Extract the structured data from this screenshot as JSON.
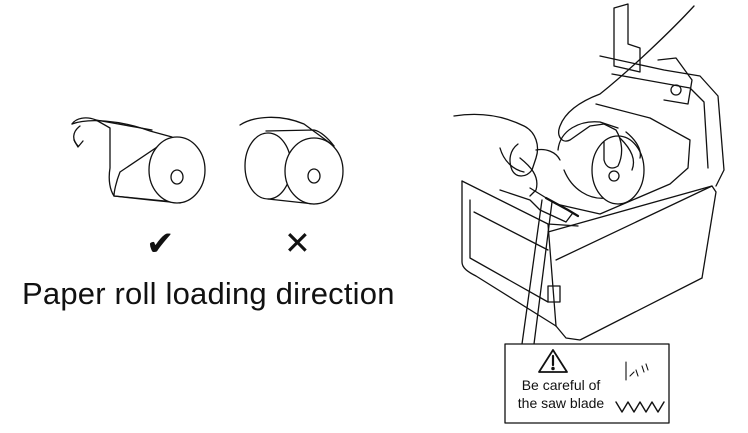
{
  "figure": {
    "caption": "Paper roll loading direction",
    "correct_symbol": "✔",
    "incorrect_symbol": "✕",
    "warning": {
      "line1": "Be careful of",
      "line2": "the saw blade",
      "icon": "warning-triangle-icon"
    },
    "colors": {
      "stroke": "#111111",
      "background": "#ffffff"
    }
  }
}
